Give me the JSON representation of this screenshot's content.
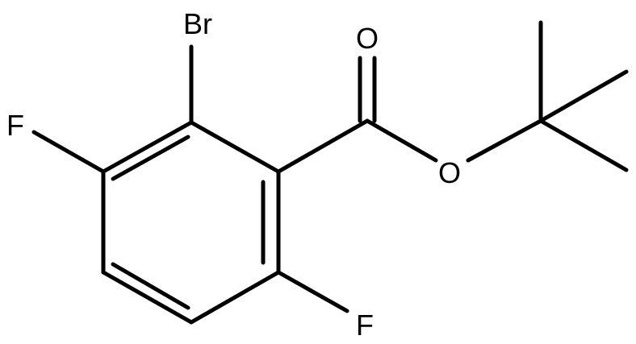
{
  "molecule": {
    "atoms": {
      "bromine": "Br",
      "fluorine_top": "F",
      "fluorine_bottom": "F",
      "oxygen_carbonyl": "O",
      "oxygen_ester": "O"
    }
  },
  "colors": {
    "bond": "#000000",
    "background": "#ffffff"
  }
}
